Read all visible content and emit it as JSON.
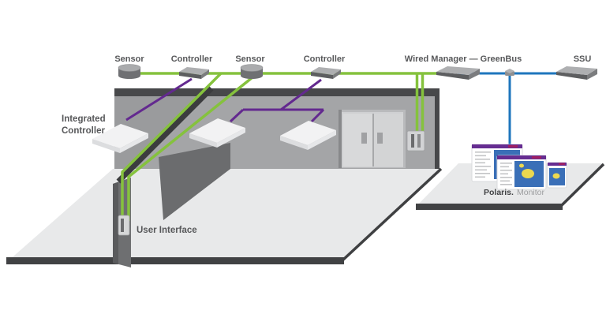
{
  "title": "Wired lighting control system diagram",
  "colors": {
    "green": "#85c23d",
    "purple": "#63298f",
    "blue": "#1e76bd",
    "dark": "#414244",
    "wall": "#9a9b9d",
    "wall_light": "#a4a5a7",
    "wall_dark": "#6b6c6e",
    "floor": "#e8e9ea",
    "panel": "#f2f2f3",
    "label": "#57585a",
    "label_light": "#9d9ea0",
    "map_blue": "#3a6fb7",
    "map_yellow": "#ecd84f",
    "screen_purple": "#662d91"
  },
  "devices": [
    {
      "id": "sensor-1",
      "label": "Sensor"
    },
    {
      "id": "controller-1",
      "label": "Controller"
    },
    {
      "id": "sensor-2",
      "label": "Sensor"
    },
    {
      "id": "controller-2",
      "label": "Controller"
    },
    {
      "id": "wired-manager",
      "label": "Wired Manager — GreenBus"
    },
    {
      "id": "ssu",
      "label": "SSU"
    }
  ],
  "labels": {
    "integrated_controller_line1": "Integrated",
    "integrated_controller_line2": "Controller",
    "user_interface": "User Interface",
    "polaris_name": "Polaris.",
    "polaris_product": "Monitor"
  },
  "buses": [
    {
      "id": "greenbus",
      "color": "#85c23d"
    },
    {
      "id": "ssu-link",
      "color": "#1e76bd"
    },
    {
      "id": "panel-drops",
      "color": "#63298f"
    }
  ]
}
